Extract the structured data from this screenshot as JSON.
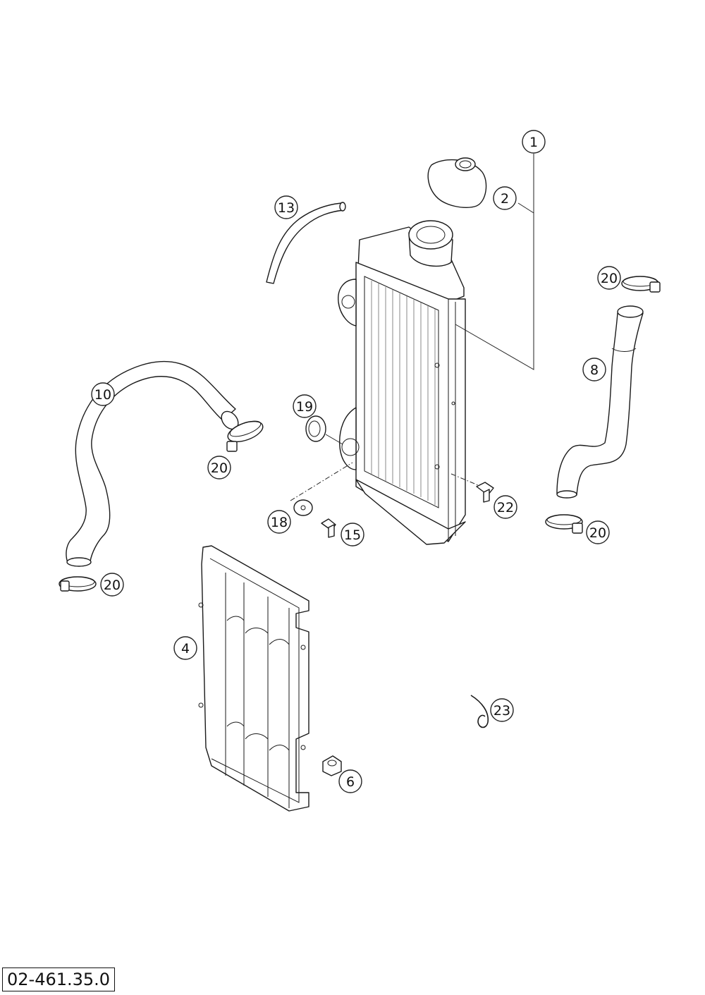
{
  "drawing_number": "02-461.35.0",
  "callouts": [
    {
      "id": "c1",
      "label": "1"
    },
    {
      "id": "c2",
      "label": "2"
    },
    {
      "id": "c13",
      "label": "13"
    },
    {
      "id": "c20a",
      "label": "20"
    },
    {
      "id": "c8",
      "label": "8"
    },
    {
      "id": "c10",
      "label": "10"
    },
    {
      "id": "c19",
      "label": "19"
    },
    {
      "id": "c20b",
      "label": "20"
    },
    {
      "id": "c22",
      "label": "22"
    },
    {
      "id": "c18",
      "label": "18"
    },
    {
      "id": "c15",
      "label": "15"
    },
    {
      "id": "c20c",
      "label": "20"
    },
    {
      "id": "c20d",
      "label": "20"
    },
    {
      "id": "c4",
      "label": "4"
    },
    {
      "id": "c23",
      "label": "23"
    },
    {
      "id": "c6",
      "label": "6"
    }
  ],
  "parts": [
    {
      "name": "radiator",
      "icon": "radiator-icon"
    },
    {
      "name": "radiator-cap",
      "icon": "cap-icon"
    },
    {
      "name": "overflow-hose",
      "icon": "hose-icon"
    },
    {
      "name": "upper-hose",
      "icon": "hose-icon"
    },
    {
      "name": "lower-hose",
      "icon": "hose-icon"
    },
    {
      "name": "radiator-guard",
      "icon": "guard-icon"
    },
    {
      "name": "hose-clamp",
      "icon": "clamp-icon"
    },
    {
      "name": "grommet",
      "icon": "grommet-icon"
    },
    {
      "name": "washer",
      "icon": "washer-icon"
    },
    {
      "name": "screw",
      "icon": "screw-icon"
    },
    {
      "name": "nut",
      "icon": "nut-icon"
    },
    {
      "name": "clip",
      "icon": "clip-icon"
    }
  ]
}
